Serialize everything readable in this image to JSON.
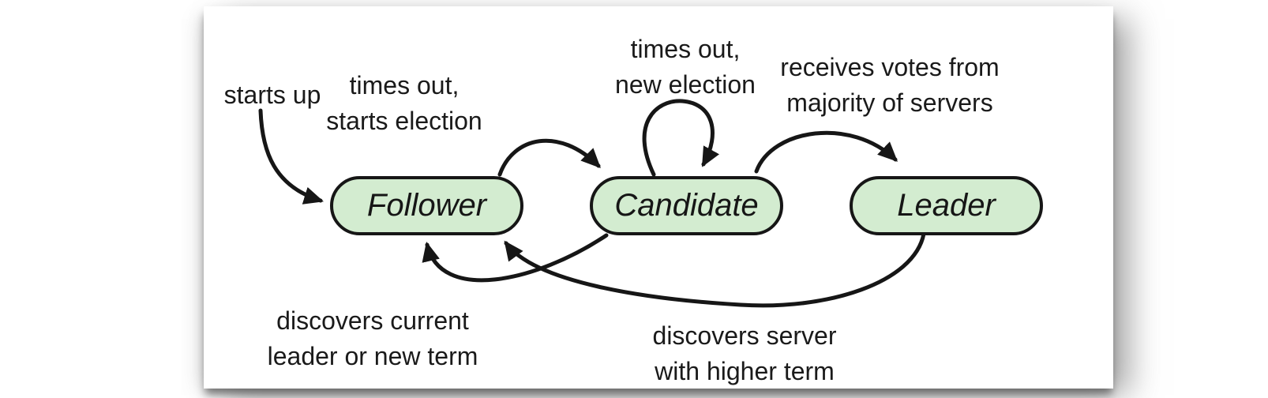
{
  "diagram": {
    "states": [
      {
        "id": "follower",
        "label": "Follower"
      },
      {
        "id": "candidate",
        "label": "Candidate"
      },
      {
        "id": "leader",
        "label": "Leader"
      }
    ],
    "transitions": [
      {
        "from": "start",
        "to": "follower",
        "label": "starts up"
      },
      {
        "from": "follower",
        "to": "candidate",
        "label": "times out,\nstarts election"
      },
      {
        "from": "candidate",
        "to": "candidate",
        "label": "times out,\nnew election"
      },
      {
        "from": "candidate",
        "to": "leader",
        "label": "receives votes from\nmajority of servers"
      },
      {
        "from": "candidate",
        "to": "follower",
        "label": "discovers current\nleader or new term"
      },
      {
        "from": "leader",
        "to": "follower",
        "label": "discovers server\nwith higher term"
      }
    ],
    "colors": {
      "state_fill": "#d3ecd0",
      "state_border": "#161616",
      "arrow": "#161616",
      "text": "#1a1a1a",
      "page_background": "#ffffff"
    }
  }
}
